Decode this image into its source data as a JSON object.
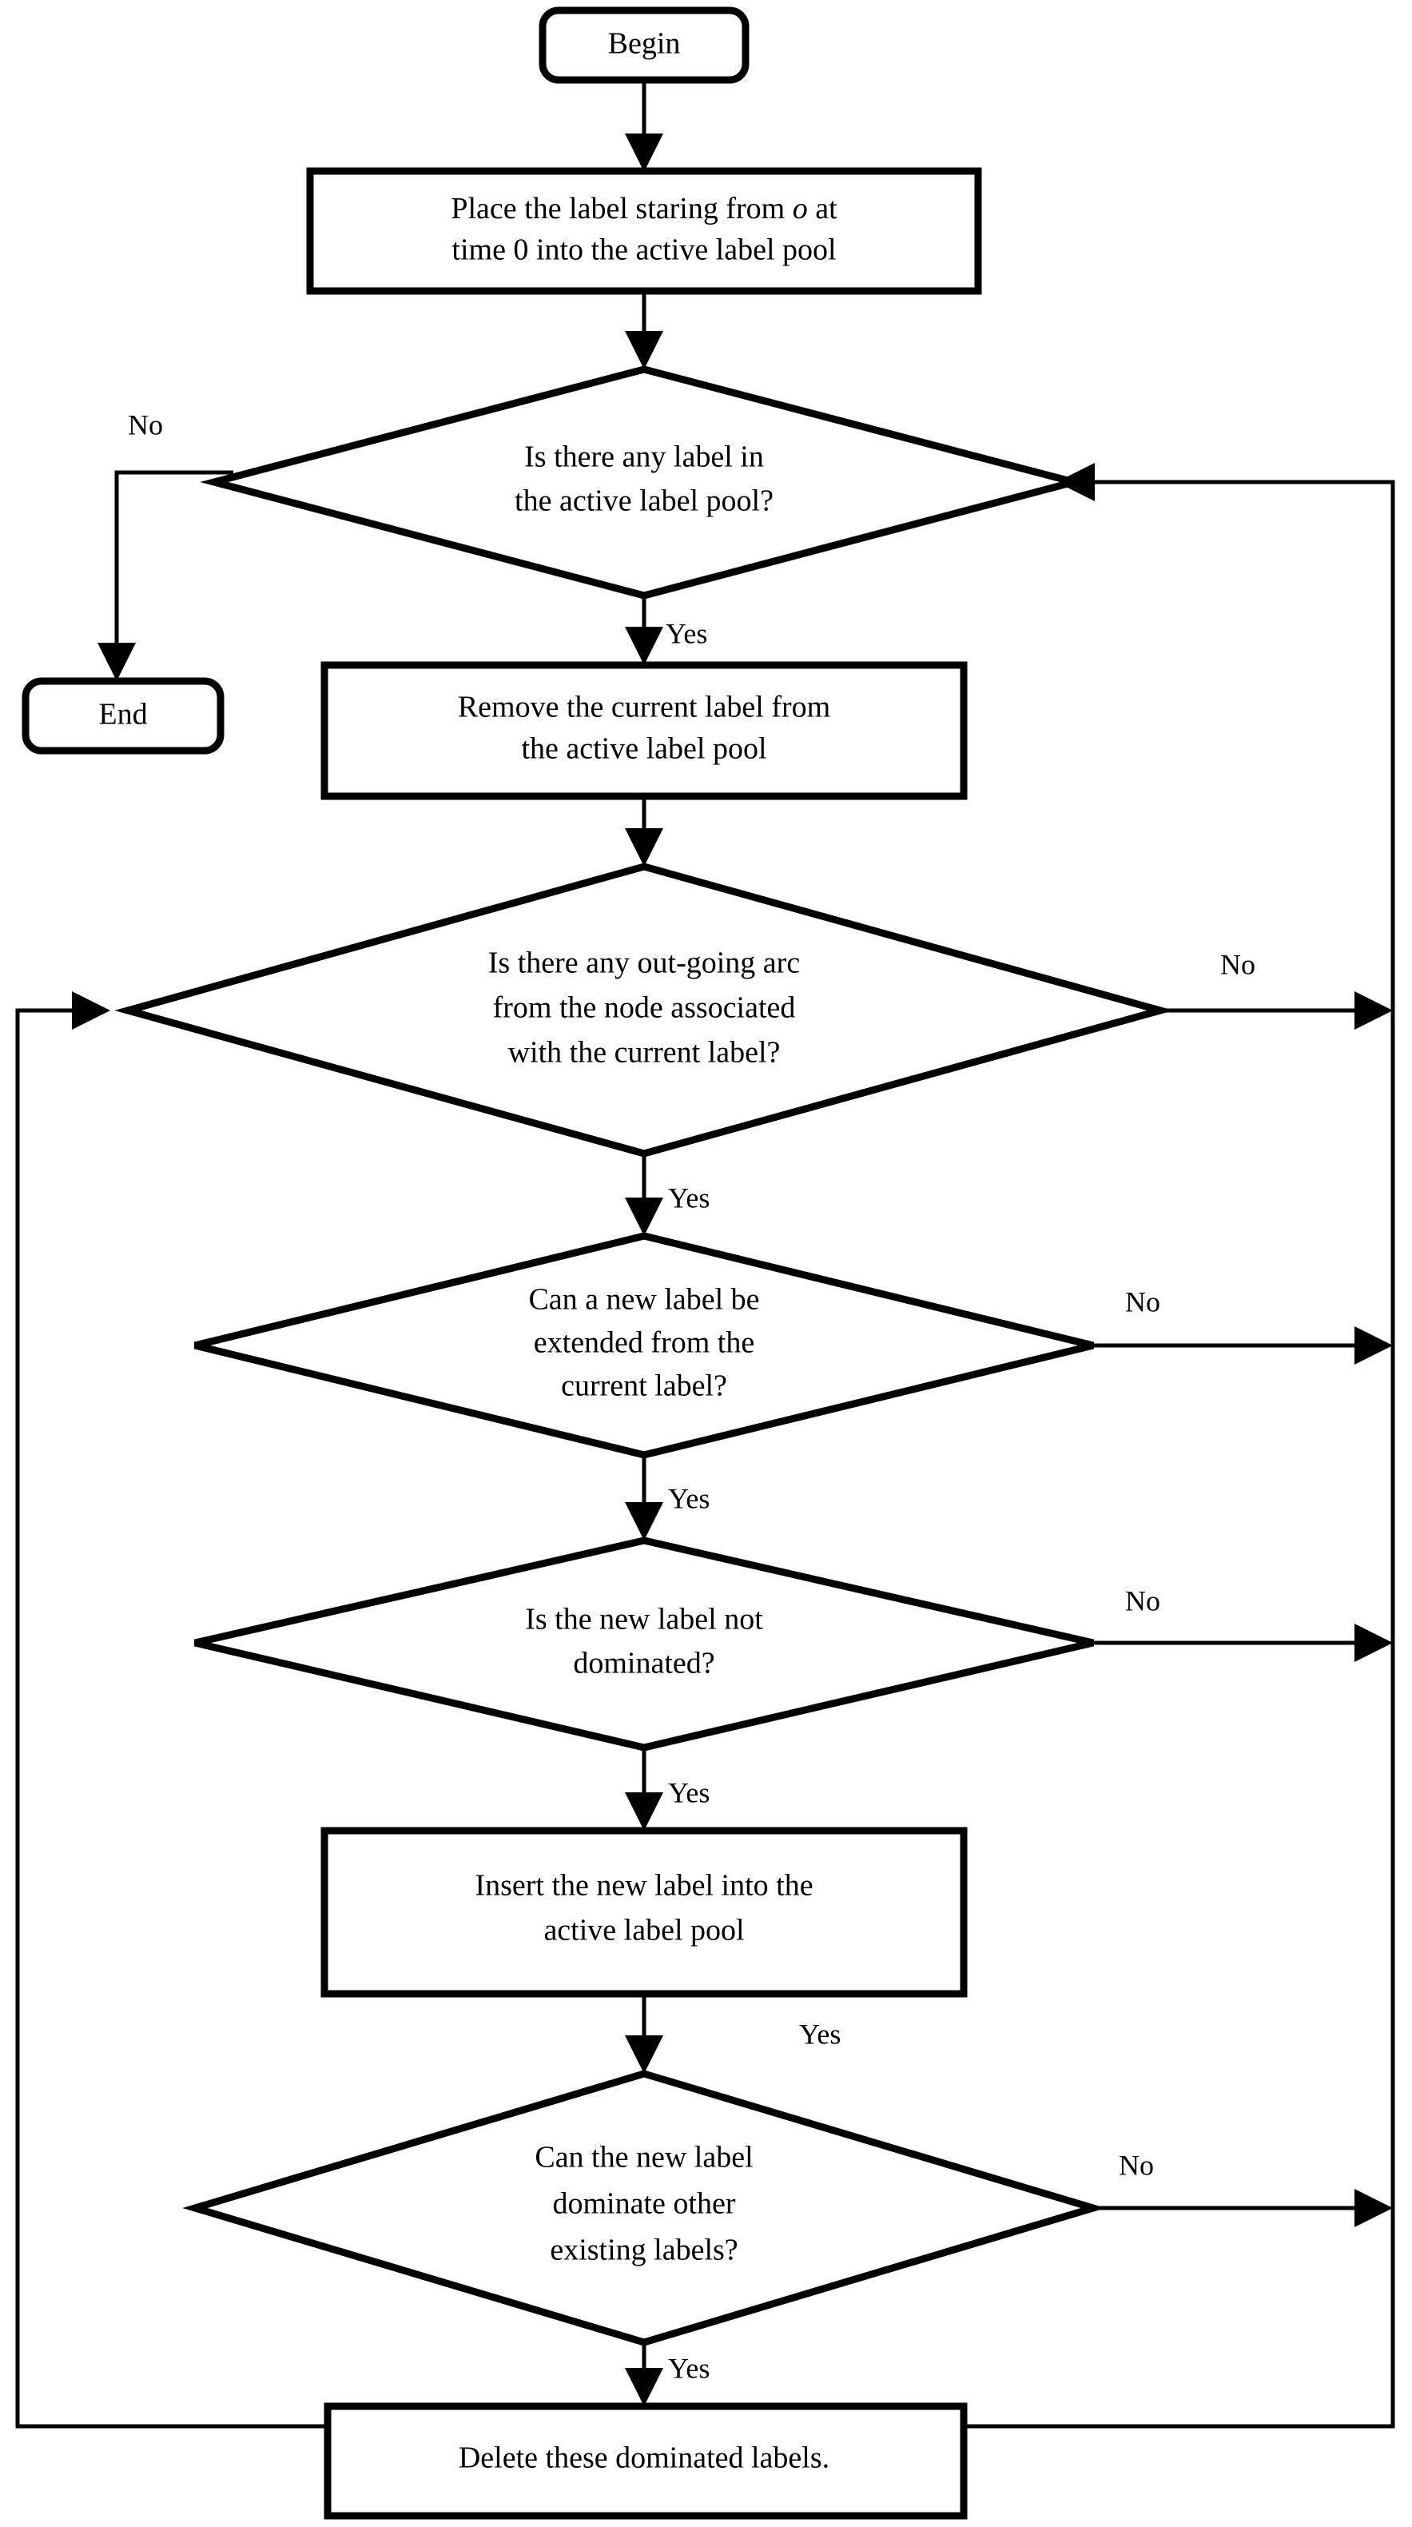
{
  "diagram": {
    "title": "Label setting algorithm flowchart",
    "colors": {
      "stroke": "#000000",
      "fill": "#ffffff",
      "background": "#ffffff"
    },
    "nodes": {
      "begin": {
        "type": "terminal",
        "label": "Begin"
      },
      "end": {
        "type": "terminal",
        "label": "End"
      },
      "place_label": {
        "type": "process",
        "line1_a": "Place the label staring from ",
        "line1_var": "o",
        "line1_b": " at",
        "line2": "time 0 into the active label pool"
      },
      "any_label_in_pool": {
        "type": "decision",
        "line1": "Is there any label in",
        "line2": "the active label pool?"
      },
      "remove_current_label": {
        "type": "process",
        "line1": "Remove the current label from",
        "line2": "the active label pool"
      },
      "any_outgoing_arc": {
        "type": "decision",
        "line1": "Is there any out-going arc",
        "line2": "from the node associated",
        "line3": "with the current label?"
      },
      "can_extend_label": {
        "type": "decision",
        "line1": "Can a new label be",
        "line2": "extended from the",
        "line3": "current label?"
      },
      "is_not_dominated": {
        "type": "decision",
        "line1": "Is the new label not",
        "line2": "dominated?"
      },
      "insert_new_label": {
        "type": "process",
        "line1": "Insert the new label into the",
        "line2": "active label pool"
      },
      "can_dominate_others": {
        "type": "decision",
        "line1": "Can the new label",
        "line2": "dominate other",
        "line3": "existing labels?"
      },
      "delete_dominated": {
        "type": "process",
        "line1": "Delete these dominated labels."
      }
    },
    "edge_labels": {
      "no_pool_empty": "No",
      "yes_pool_nonempty": "Yes",
      "no_outgoing_arc": "No",
      "yes_outgoing_arc": "Yes",
      "no_extend": "No",
      "yes_extend": "Yes",
      "no_dominated": "No",
      "yes_not_dominated": "Yes",
      "yes_after_insert": "Yes",
      "no_dominate_others": "No",
      "yes_dominate_others": "Yes"
    }
  }
}
